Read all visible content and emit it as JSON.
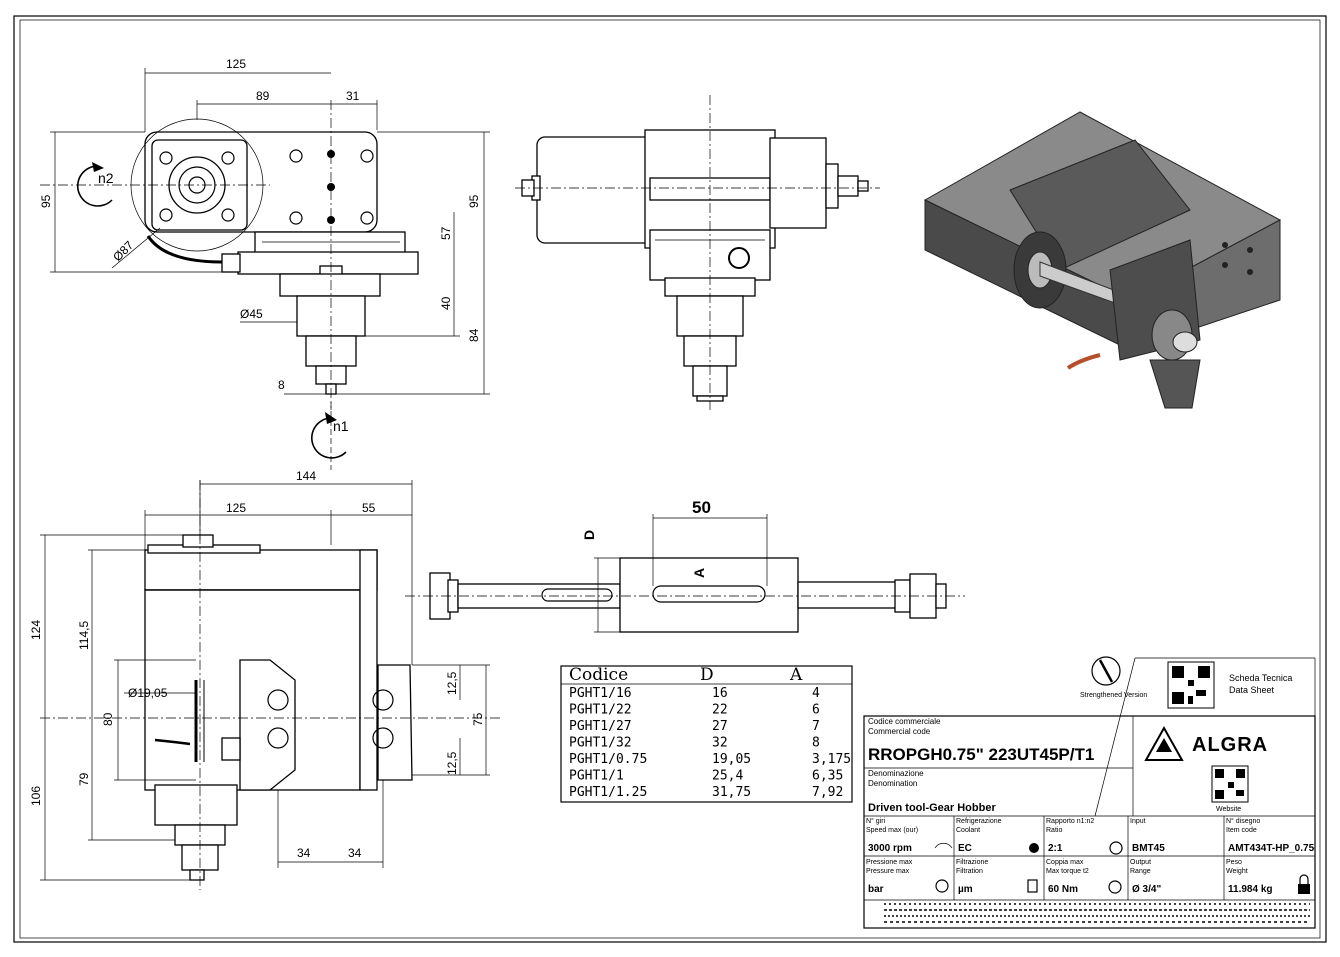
{
  "views": {
    "front": {
      "dims": [
        "125",
        "89",
        "31",
        "95",
        "95",
        "57",
        "40",
        "84",
        "8"
      ],
      "diameters": [
        "Ø87",
        "Ø45"
      ],
      "rotations": [
        "n2",
        "n1"
      ]
    },
    "bottom": {
      "dims": [
        "144",
        "125",
        "55",
        "124",
        "114,5",
        "80",
        "79",
        "106",
        "12,5",
        "75",
        "12,5",
        "34",
        "34"
      ],
      "diameters": [
        "Ø19,05"
      ]
    },
    "key_detail": {
      "width": "50",
      "label_d": "D",
      "label_a": "A"
    }
  },
  "table": {
    "headers": [
      "Codice",
      "D",
      "A"
    ],
    "rows": [
      [
        "PGHT1/16",
        "16",
        "4"
      ],
      [
        "PGHT1/22",
        "22",
        "6"
      ],
      [
        "PGHT1/27",
        "27",
        "7"
      ],
      [
        "PGHT1/32",
        "32",
        "8"
      ],
      [
        "PGHT1/0.75",
        "19,05",
        "3,175"
      ],
      [
        "PGHT1/1",
        "25,4",
        "6,35"
      ],
      [
        "PGHT1/1.25",
        "31,75",
        "7,92"
      ]
    ]
  },
  "title_block": {
    "version_label": "Strengthened Version",
    "datasheet_it": "Scheda Tecnica",
    "datasheet_en": "Data Sheet",
    "website": "Website",
    "code_label_it": "Codice commerciale",
    "code_label_en": "Commercial code",
    "code": "RROPGH0.75\" 223UT45P/T1",
    "brand": "ALGRA",
    "denom_it": "Denominazione",
    "denom_en": "Denomination",
    "denomination": "Driven tool-Gear Hobber",
    "cells": [
      {
        "label": "N° giri / Speed max (our)",
        "value": "3000 rpm"
      },
      {
        "label": "Refrigerazione / Coolant",
        "value": "EC"
      },
      {
        "label": "Rapporto n1:n2 / Ratio",
        "value": "2:1"
      },
      {
        "label": "Input",
        "value": "BMT45"
      },
      {
        "label": "N° disegno / Item code",
        "value": "AMT434T-HP_0.75"
      },
      {
        "label": "Pressione max / Pressure max",
        "value": "bar"
      },
      {
        "label": "Filtrazione / Filtration",
        "value": "µm"
      },
      {
        "label": "Coppia max / Max torque t2",
        "value": "60 Nm"
      },
      {
        "label": "Output / Range",
        "value": "Ø 3/4\""
      },
      {
        "label": "Peso / Weight",
        "value": "11.984 kg"
      }
    ]
  },
  "colors": {
    "line": "#000000",
    "body_dark": "#4a4a4a",
    "body_mid": "#6d6d6d",
    "hose": "#b5502a"
  }
}
